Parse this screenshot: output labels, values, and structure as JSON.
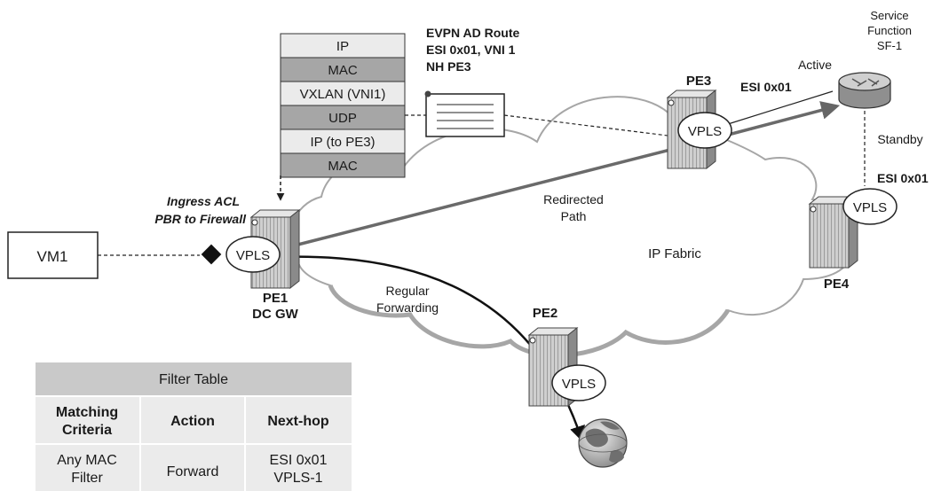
{
  "headers": {
    "labels": [
      "IP",
      "MAC",
      "VXLAN (VNI1)",
      "UDP",
      "IP (to PE3)",
      "MAC"
    ]
  },
  "evpn_route": {
    "line1": "EVPN AD Route",
    "line2": "ESI 0x01, VNI 1",
    "line3": "NH PE3"
  },
  "service_function": {
    "line1": "Service",
    "line2": "Function",
    "line3": "SF-1"
  },
  "labels": {
    "active": "Active",
    "standby": "Standby",
    "esi_pe3": "ESI 0x01",
    "esi_pe4": "ESI 0x01",
    "ingress_acl": "Ingress ACL",
    "pbr": "PBR to Firewall",
    "redirected_1": "Redirected",
    "redirected_2": "Path",
    "regular_1": "Regular",
    "regular_2": "Forwarding",
    "ip_fabric": "IP Fabric"
  },
  "nodes": {
    "vm1": "VM1",
    "vpls": "VPLS",
    "pe1_name": "PE1",
    "pe1_role": "DC GW",
    "pe2": "PE2",
    "pe3": "PE3",
    "pe4": "PE4"
  },
  "filter_table": {
    "title": "Filter Table",
    "headers": [
      [
        "Matching",
        "Criteria"
      ],
      [
        "Action"
      ],
      [
        "Next-hop"
      ]
    ],
    "row": [
      [
        "Any MAC",
        "Filter"
      ],
      [
        "Forward"
      ],
      [
        "ESI 0x01",
        "VPLS-1"
      ]
    ]
  },
  "colors": {
    "header_light": "#ebebeb",
    "header_dark": "#a6a6a6",
    "table_dark": "#c9c9c9",
    "table_light": "#ebebeb",
    "cloud_outline": "#a6a6a6",
    "path": "#666666"
  }
}
